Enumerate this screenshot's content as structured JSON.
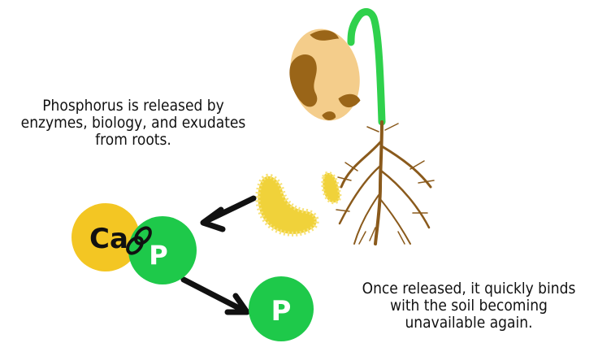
{
  "top_caption": "Phosphorus is released by\nenzymes, biology, and exudates\nfrom roots.",
  "bottom_caption": "Once released, it quickly binds\nwith the soil becoming\nunavailable again.",
  "bound_complex": {
    "left_label": "Ca",
    "right_label": "P"
  },
  "free_ion_label": "P",
  "colors": {
    "calcium": "#f3c623",
    "phosphorus": "#1ec94a",
    "seed": "#f4cd8b",
    "seed_spots": "#9a6518",
    "stem": "#2fd14c",
    "roots": "#8a5a1c",
    "microbe": "#f0d23a",
    "arrow": "#111111"
  }
}
